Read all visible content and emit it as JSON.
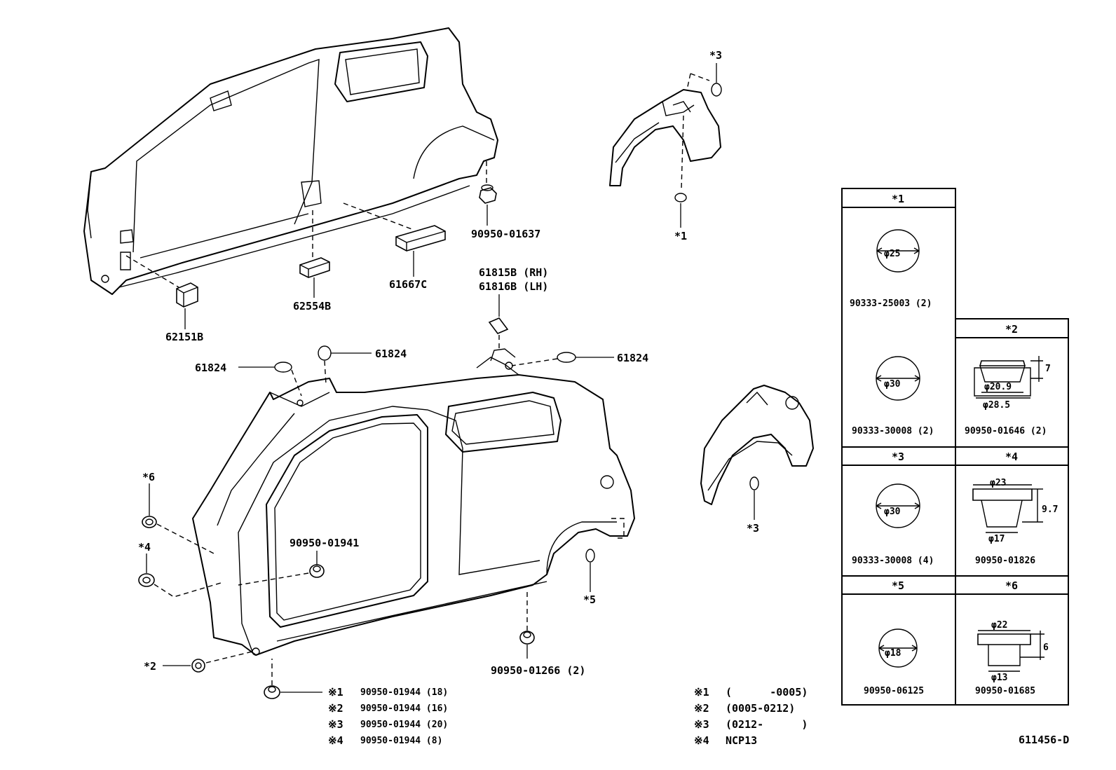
{
  "parts": {
    "p1": "90950-01637",
    "p2": "61667C",
    "p3": "62554B",
    "p4": "62151B",
    "p5": "61815B (RH)",
    "p6": "61816B (LH)",
    "p7": "61824",
    "p8": "61824",
    "p9": "61824",
    "p10": "90950-01941",
    "p11": "90950-01266 (2)"
  },
  "refs": {
    "r_top_3": "*3",
    "r_top_1": "*1",
    "r_6": "*6",
    "r_4": "*4",
    "r_2": "*2",
    "r_5": "*5",
    "r_mid_3": "*3"
  },
  "notes": [
    {
      "mark": "※1",
      "text": "90950-01944 (18)"
    },
    {
      "mark": "※2",
      "text": "90950-01944 (16)"
    },
    {
      "mark": "※3",
      "text": "90950-01944 (20)"
    },
    {
      "mark": "※4",
      "text": "90950-01944 (8)"
    }
  ],
  "applicability": [
    {
      "mark": "※1",
      "text": "(      -0005)"
    },
    {
      "mark": "※2",
      "text": "(0005-0212)"
    },
    {
      "mark": "※3",
      "text": "(0212-      )"
    },
    {
      "mark": "※4",
      "text": "NCP13"
    }
  ],
  "table": {
    "c1": {
      "header": "*1",
      "dim_a": "φ25",
      "part_a": "90333-25003 (2)",
      "dim_b": "φ30",
      "part_b": "90333-30008 (2)"
    },
    "c2": {
      "header": "*2",
      "dim_top": "φ20.9",
      "dim_bot": "φ28.5",
      "height": "7",
      "part": "90950-01646 (2)"
    },
    "c3": {
      "header": "*3",
      "dim": "φ30",
      "part": "90333-30008 (4)"
    },
    "c4": {
      "header": "*4",
      "dim_top": "φ23",
      "dim_bot": "φ17",
      "height": "9.7",
      "part": "90950-01826"
    },
    "c5": {
      "header": "*5",
      "dim": "φ18",
      "part": "90950-06125"
    },
    "c6": {
      "header": "*6",
      "dim_top": "φ22",
      "dim_bot": "φ13",
      "height": "6",
      "part": "90950-01685"
    }
  },
  "drawing_id": "611456-D"
}
